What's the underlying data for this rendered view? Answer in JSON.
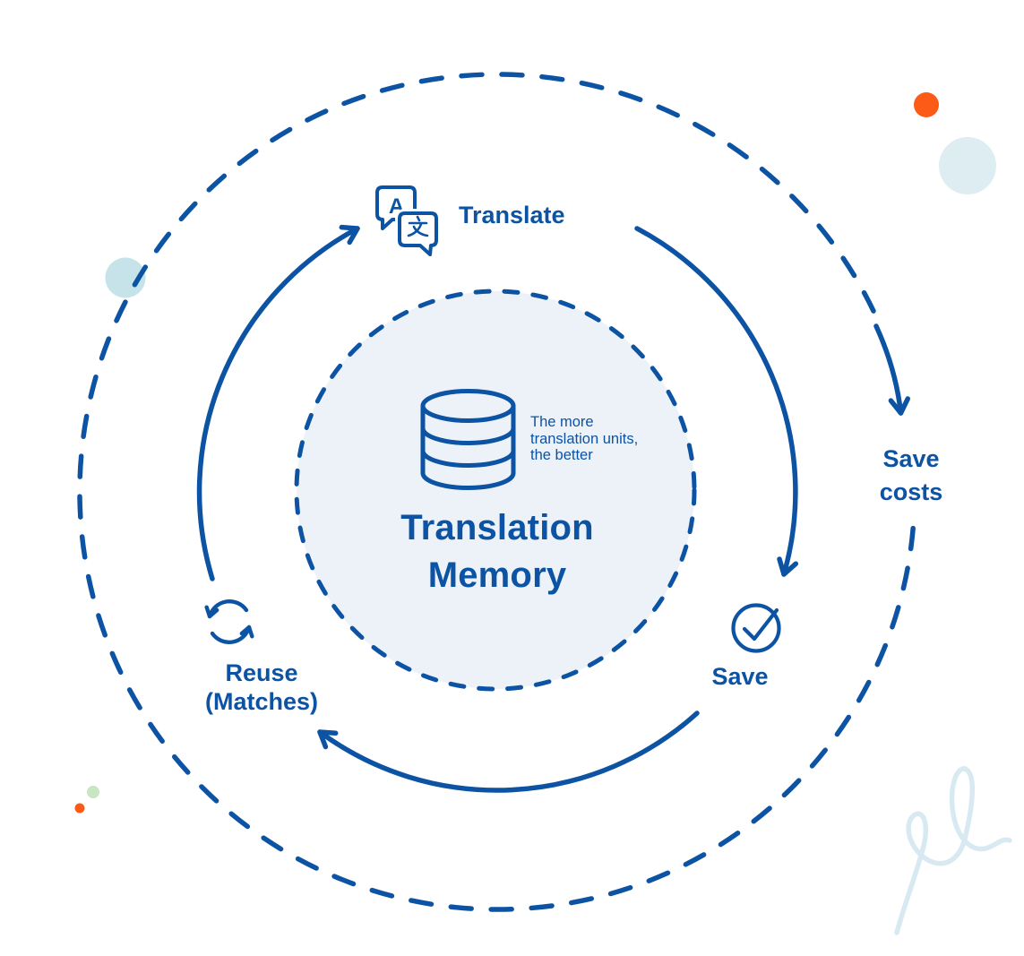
{
  "title": {
    "line1": "Translation",
    "line2": "Memory"
  },
  "note": {
    "line1": "The more",
    "line2": "translation units,",
    "line3": "the better"
  },
  "nodes": {
    "translate": {
      "label": "Translate",
      "icon": "translate-speech-bubbles-icon",
      "icon_letter_back": "A",
      "icon_letter_front": "文"
    },
    "save": {
      "label": "Save",
      "icon": "check-circle-icon"
    },
    "reuse": {
      "line1": "Reuse",
      "line2": "(Matches)",
      "icon": "reuse-cycle-icon"
    },
    "save_costs": {
      "line1": "Save",
      "line2": "costs"
    }
  },
  "center_icon": "database-icon",
  "decorations": [
    "orange-dot",
    "blue-circle-large",
    "blue-circle-small",
    "green-dot",
    "orange-dot-small",
    "signature-squiggle"
  ],
  "colors": {
    "primary": "#0d53a4",
    "center_fill": "#edf2f9",
    "orange": "#fc5a17",
    "deco_blue_light": "#deedf1",
    "deco_blue_mid": "#c7e3ea",
    "deco_green": "#c9e6c3",
    "squiggle": "#d9e9f2"
  }
}
